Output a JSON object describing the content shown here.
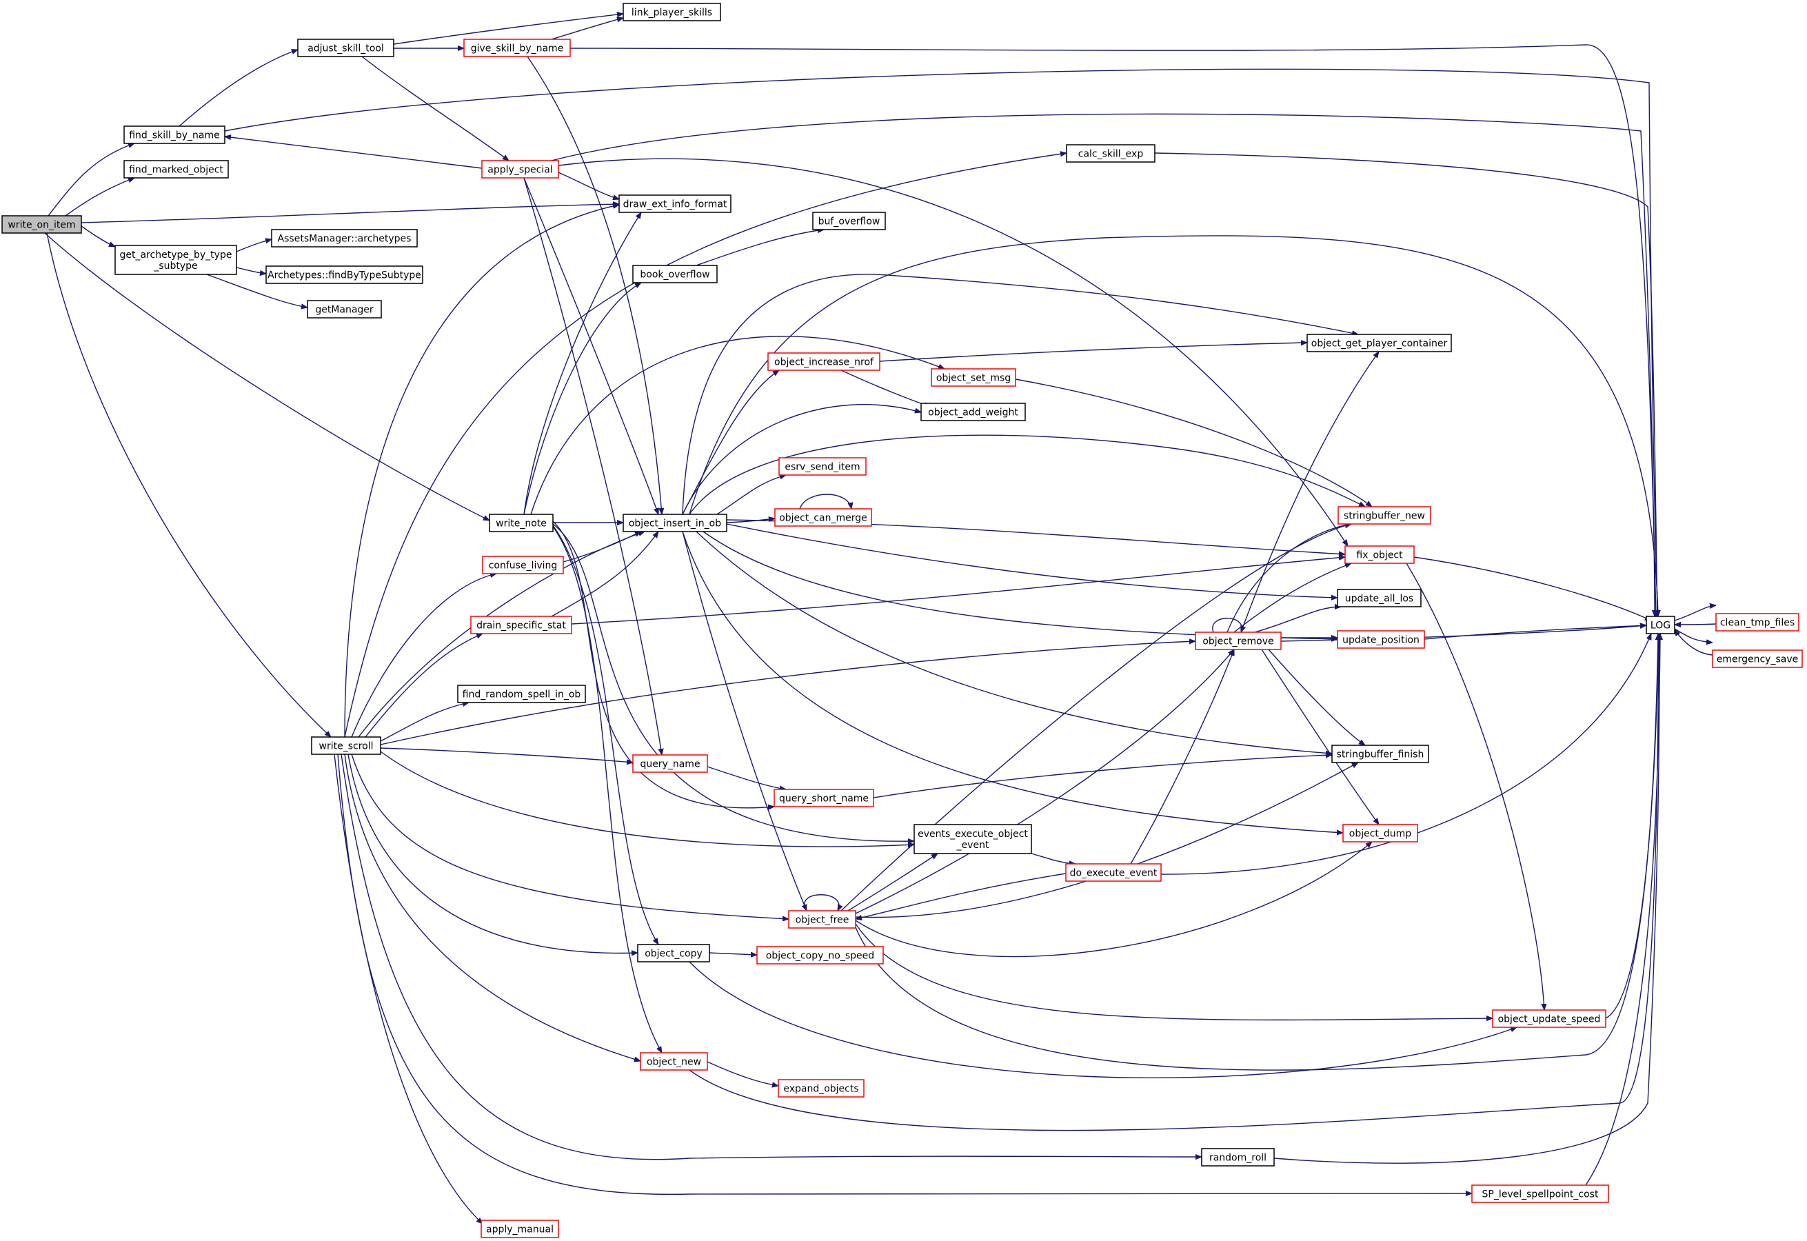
{
  "diagram": {
    "type": "call-graph",
    "colors": {
      "edge": "#191970",
      "root_fill": "#bfbfbf",
      "incomplete_border": "#ff0000",
      "complete_border": "#000000"
    },
    "nodes": [
      {
        "id": "write_on_item",
        "lines": [
          "write_on_item"
        ],
        "kind": "root"
      },
      {
        "id": "find_skill_by_name",
        "lines": [
          "find_skill_by_name"
        ],
        "kind": "black"
      },
      {
        "id": "find_marked_object",
        "lines": [
          "find_marked_object"
        ],
        "kind": "black"
      },
      {
        "id": "get_archetype_by_type_subtype",
        "lines": [
          "get_archetype_by_type",
          "_subtype"
        ],
        "kind": "black"
      },
      {
        "id": "write_note",
        "lines": [
          "write_note"
        ],
        "kind": "black"
      },
      {
        "id": "write_scroll",
        "lines": [
          "write_scroll"
        ],
        "kind": "black"
      },
      {
        "id": "adjust_skill_tool",
        "lines": [
          "adjust_skill_tool"
        ],
        "kind": "black"
      },
      {
        "id": "AssetsManager_archetypes",
        "lines": [
          "AssetsManager::archetypes"
        ],
        "kind": "black"
      },
      {
        "id": "Archetypes_findByTypeSubtype",
        "lines": [
          "Archetypes::findByTypeSubtype"
        ],
        "kind": "black"
      },
      {
        "id": "getManager",
        "lines": [
          "getManager"
        ],
        "kind": "black"
      },
      {
        "id": "link_player_skills",
        "lines": [
          "link_player_skills"
        ],
        "kind": "black"
      },
      {
        "id": "give_skill_by_name",
        "lines": [
          "give_skill_by_name"
        ],
        "kind": "red"
      },
      {
        "id": "apply_special",
        "lines": [
          "apply_special"
        ],
        "kind": "red"
      },
      {
        "id": "draw_ext_info_format",
        "lines": [
          "draw_ext_info_format"
        ],
        "kind": "black"
      },
      {
        "id": "calc_skill_exp",
        "lines": [
          "calc_skill_exp"
        ],
        "kind": "black"
      },
      {
        "id": "buf_overflow",
        "lines": [
          "buf_overflow"
        ],
        "kind": "black"
      },
      {
        "id": "book_overflow",
        "lines": [
          "book_overflow"
        ],
        "kind": "black"
      },
      {
        "id": "object_get_player_container",
        "lines": [
          "object_get_player_container"
        ],
        "kind": "black"
      },
      {
        "id": "object_increase_nrof",
        "lines": [
          "object_increase_nrof"
        ],
        "kind": "red"
      },
      {
        "id": "object_set_msg",
        "lines": [
          "object_set_msg"
        ],
        "kind": "red"
      },
      {
        "id": "object_add_weight",
        "lines": [
          "object_add_weight"
        ],
        "kind": "black"
      },
      {
        "id": "esrv_send_item",
        "lines": [
          "esrv_send_item"
        ],
        "kind": "red"
      },
      {
        "id": "object_can_merge",
        "lines": [
          "object_can_merge"
        ],
        "kind": "red"
      },
      {
        "id": "object_insert_in_ob",
        "lines": [
          "object_insert_in_ob"
        ],
        "kind": "black"
      },
      {
        "id": "stringbuffer_new",
        "lines": [
          "stringbuffer_new"
        ],
        "kind": "red"
      },
      {
        "id": "fix_object",
        "lines": [
          "fix_object"
        ],
        "kind": "red"
      },
      {
        "id": "confuse_living",
        "lines": [
          "confuse_living"
        ],
        "kind": "red"
      },
      {
        "id": "update_all_los",
        "lines": [
          "update_all_los"
        ],
        "kind": "black"
      },
      {
        "id": "drain_specific_stat",
        "lines": [
          "drain_specific_stat"
        ],
        "kind": "red"
      },
      {
        "id": "update_position",
        "lines": [
          "update_position"
        ],
        "kind": "red"
      },
      {
        "id": "object_remove",
        "lines": [
          "object_remove"
        ],
        "kind": "red"
      },
      {
        "id": "LOG",
        "lines": [
          "LOG"
        ],
        "kind": "black"
      },
      {
        "id": "clean_tmp_files",
        "lines": [
          "clean_tmp_files"
        ],
        "kind": "red"
      },
      {
        "id": "emergency_save",
        "lines": [
          "emergency_save"
        ],
        "kind": "red"
      },
      {
        "id": "find_random_spell_in_ob",
        "lines": [
          "find_random_spell_in_ob"
        ],
        "kind": "black"
      },
      {
        "id": "query_name",
        "lines": [
          "query_name"
        ],
        "kind": "red"
      },
      {
        "id": "stringbuffer_finish",
        "lines": [
          "stringbuffer_finish"
        ],
        "kind": "black"
      },
      {
        "id": "query_short_name",
        "lines": [
          "query_short_name"
        ],
        "kind": "red"
      },
      {
        "id": "object_dump",
        "lines": [
          "object_dump"
        ],
        "kind": "red"
      },
      {
        "id": "events_execute_object_event",
        "lines": [
          "events_execute_object",
          "_event"
        ],
        "kind": "black"
      },
      {
        "id": "do_execute_event",
        "lines": [
          "do_execute_event"
        ],
        "kind": "red"
      },
      {
        "id": "object_free",
        "lines": [
          "object_free"
        ],
        "kind": "red"
      },
      {
        "id": "object_copy",
        "lines": [
          "object_copy"
        ],
        "kind": "black"
      },
      {
        "id": "object_copy_no_speed",
        "lines": [
          "object_copy_no_speed"
        ],
        "kind": "red"
      },
      {
        "id": "object_update_speed",
        "lines": [
          "object_update_speed"
        ],
        "kind": "red"
      },
      {
        "id": "object_new",
        "lines": [
          "object_new"
        ],
        "kind": "red"
      },
      {
        "id": "expand_objects",
        "lines": [
          "expand_objects"
        ],
        "kind": "red"
      },
      {
        "id": "random_roll",
        "lines": [
          "random_roll"
        ],
        "kind": "black"
      },
      {
        "id": "SP_level_spellpoint_cost",
        "lines": [
          "SP_level_spellpoint_cost"
        ],
        "kind": "red"
      },
      {
        "id": "apply_manual",
        "lines": [
          "apply_manual"
        ],
        "kind": "red"
      }
    ]
  }
}
